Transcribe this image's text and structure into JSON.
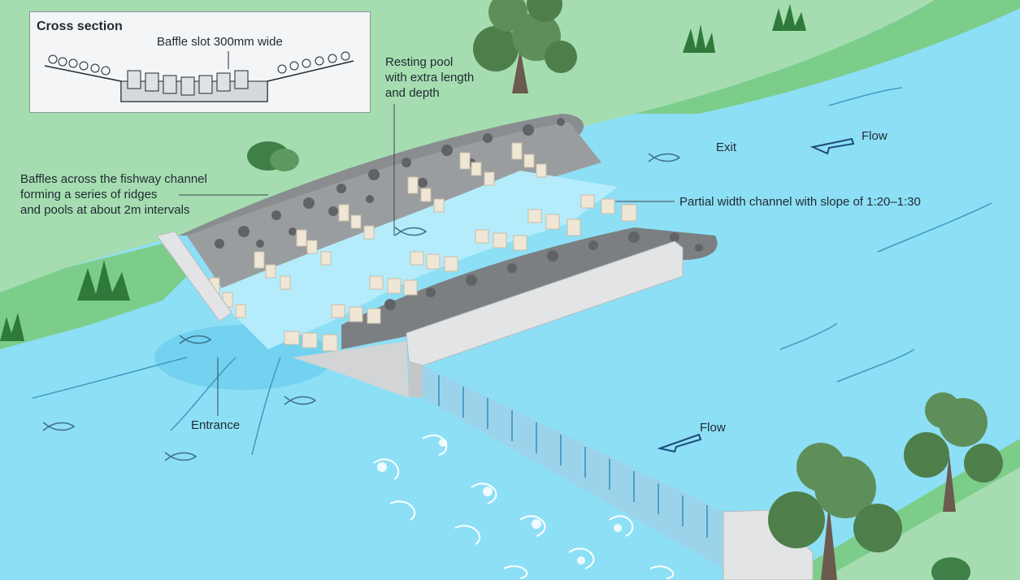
{
  "cross_section": {
    "title": "Cross section",
    "subtitle": "Baffle slot 300mm wide"
  },
  "labels": {
    "resting_pool": [
      "Resting pool",
      "with extra length",
      "and depth"
    ],
    "baffles": [
      "Baffles across the fishway channel",
      "forming a series of ridges",
      "and pools at about 2m intervals"
    ],
    "exit": "Exit",
    "flow_top": "Flow",
    "flow_bottom": "Flow",
    "partial_channel": "Partial width channel with slope of 1:20–1:30",
    "entrance": "Entrance"
  },
  "colors": {
    "water": "#8ddff5",
    "water_dark": "#5cc6ea",
    "bank_light": "#a5ddb0",
    "bank_mid": "#7ccd8a",
    "rock": "#8a8d90",
    "concrete": "#e3e4e5",
    "baffle": "#efe6d6",
    "tree_canopy": "#5e8f5a",
    "tree_trunk": "#6b5a4e",
    "text": "#1f2a33"
  }
}
